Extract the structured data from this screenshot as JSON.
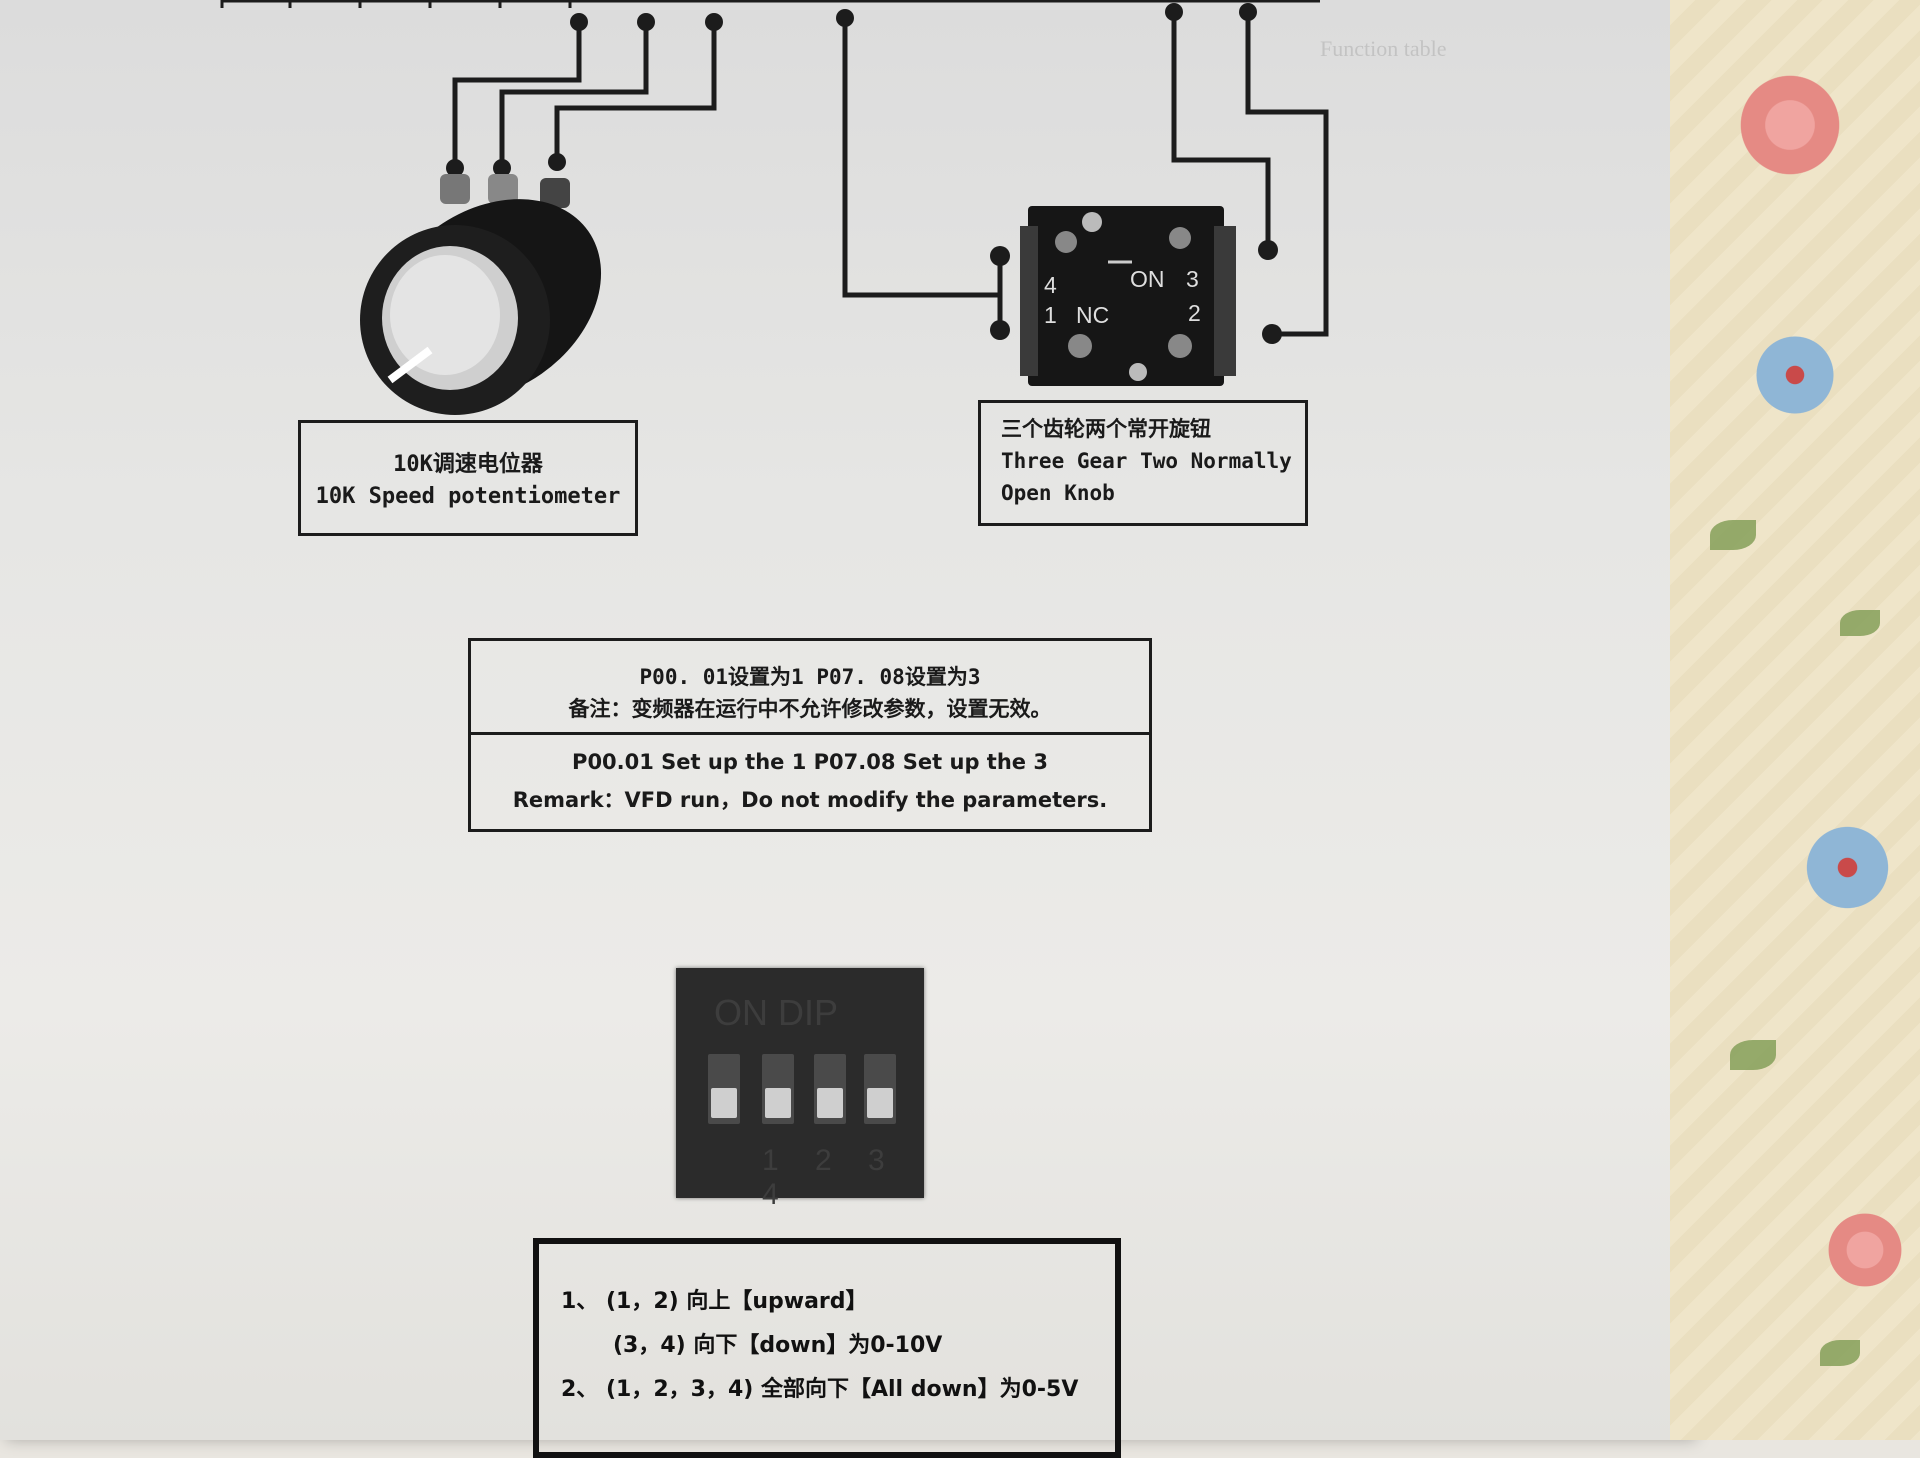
{
  "potentiometer": {
    "label_cn": "10K调速电位器",
    "label_en": "10K Speed potentiometer"
  },
  "knob_switch": {
    "label_cn": "三个齿轮两个常开旋钮",
    "label_en_line1": "Three Gear Two Normally",
    "label_en_line2": "Open Knob",
    "terminal_on": "ON",
    "terminal_3": "3",
    "terminal_4": "4",
    "terminal_1": "1",
    "terminal_nc": "NC",
    "terminal_2": "2"
  },
  "parameter_note": {
    "cn_line1": "P00. 01设置为1    P07. 08设置为3",
    "cn_line2": "备注：变频器在运行中不允许修改参数，设置无效。",
    "en_line1": "P00.01 Set up the 1    P07.08 Set up the 3",
    "en_line2": "Remark：VFD run，Do not modify the parameters."
  },
  "dip_switch": {
    "on_text": "ON  DIP",
    "numbers": "1 2 3 4"
  },
  "switch_settings": {
    "line1": "1、  (1，2) 向上【upward】",
    "line2": "(3，4) 向下【down】为0-10V",
    "line3": "2、  (1，2，3，4) 全部向下【All down】为0-5V"
  },
  "colors": {
    "ink": "#1c1c1c",
    "paper": "#e6e6e4",
    "fabric": "#efe5c9"
  }
}
